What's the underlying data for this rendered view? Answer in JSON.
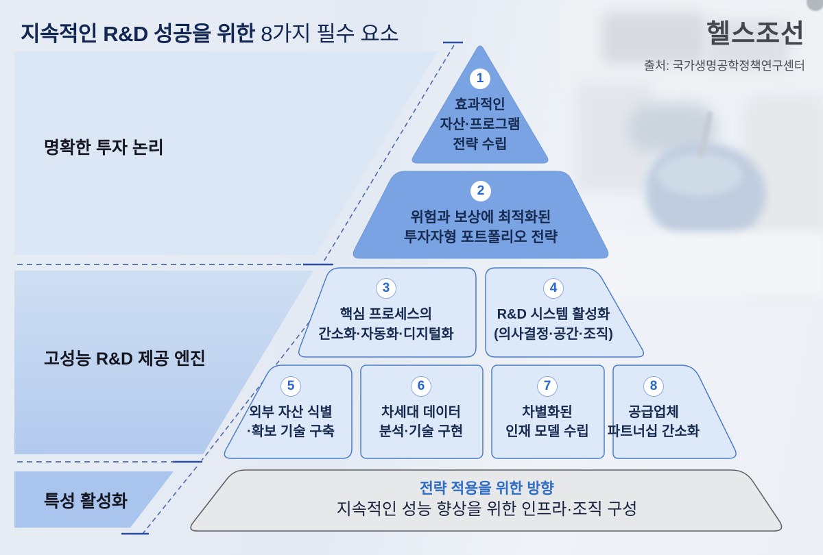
{
  "title": {
    "bold": "지속적인 R&D 성공을 위한 ",
    "rest": "8가지 필수 요소"
  },
  "brand": {
    "logo": "헬스조선",
    "source": "출처: 국가생명공학정책연구센터"
  },
  "sections": [
    {
      "label": "명확한 투자 논리"
    },
    {
      "label": "고성능 R&D 제공 엔진"
    },
    {
      "label": "특성 활성화"
    }
  ],
  "pyramid": {
    "items": [
      {
        "num": "1",
        "lines": [
          "효과적인",
          "자산·프로그램",
          "전략 수립"
        ]
      },
      {
        "num": "2",
        "lines": [
          "위험과 보상에 최적화된",
          "투자자형 포트폴리오 전략"
        ]
      },
      {
        "num": "3",
        "lines": [
          "핵심 프로세스의",
          "간소화·자동화·디지털화"
        ]
      },
      {
        "num": "4",
        "lines": [
          "R&D 시스템 활성화",
          "(의사결정·공간·조직)"
        ]
      },
      {
        "num": "5",
        "lines": [
          "외부 자산 식별",
          "·확보 기술 구축"
        ]
      },
      {
        "num": "6",
        "lines": [
          "차세대 데이터",
          "분석·기술 구현"
        ]
      },
      {
        "num": "7",
        "lines": [
          "차별화된",
          "인재 모델 수립"
        ]
      },
      {
        "num": "8",
        "lines": [
          "공급업체",
          "파트너십 간소화"
        ]
      }
    ],
    "base": {
      "title": "전략 적용을 위한 방향",
      "desc": "지속적인 성능 향상을 위한 인프라·조직 구성"
    }
  },
  "colors": {
    "title_navy": "#132753",
    "pyramid_blue": "#79a3e2",
    "light_box_fill": "#dde9f8",
    "light_box_border": "#4d7cc7",
    "side_box_light": "#dbe7f5",
    "side_box_mid": "#c0d3f0",
    "side_box_dark": "#a9c5ee",
    "band_fill": "#e6e8ea",
    "band_border": "#5f6166",
    "number_blue": "#2566d0",
    "dash_line": "#31549d"
  }
}
